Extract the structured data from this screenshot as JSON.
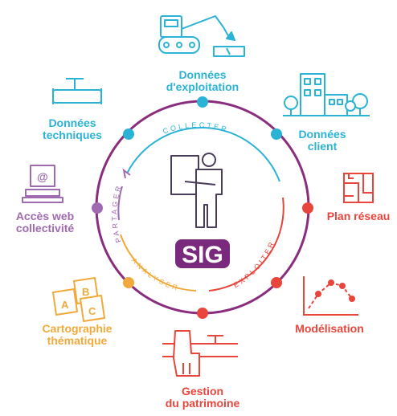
{
  "center": {
    "title": "SIG"
  },
  "ring_words": {
    "collecter": "COLLECTER",
    "exploiter": "EXPLOITER",
    "analyser": "ANALYSER",
    "partager": "PARTAGER"
  },
  "nodes": [
    {
      "id": "donnees-exploitation",
      "lines": [
        "Données",
        "d'exploitation"
      ],
      "color": "#2bb3d6",
      "icon": "excavator-icon"
    },
    {
      "id": "donnees-client",
      "lines": [
        "Données",
        "client"
      ],
      "color": "#2bb3d6",
      "icon": "buildings-trees-icon"
    },
    {
      "id": "plan-reseau",
      "lines": [
        "Plan réseau"
      ],
      "color": "#e8453c",
      "icon": "network-plan-icon"
    },
    {
      "id": "modelisation",
      "lines": [
        "Modélisation"
      ],
      "color": "#e8453c",
      "icon": "line-chart-icon"
    },
    {
      "id": "gestion-patrimoine",
      "lines": [
        "Gestion",
        "du patrimoine"
      ],
      "color": "#e8453c",
      "icon": "hand-valve-icon"
    },
    {
      "id": "cartographie-thematique",
      "lines": [
        "Cartographie",
        "thématique"
      ],
      "color": "#f2a93b",
      "icon": "map-tiles-icon"
    },
    {
      "id": "acces-web-collectivite",
      "lines": [
        "Accès web",
        "collectivité"
      ],
      "color": "#a06ab0",
      "icon": "web-terminal-icon"
    },
    {
      "id": "donnees-techniques",
      "lines": [
        "Données",
        "techniques"
      ],
      "color": "#2bb3d6",
      "icon": "pipe-valve-icon"
    }
  ],
  "colors": {
    "ring": "#8a2d7e",
    "cyan": "#2bb3d6",
    "red": "#e8453c",
    "orange": "#f2a93b",
    "purple": "#a06ab0",
    "sig_fill": "#7a2a7c"
  }
}
